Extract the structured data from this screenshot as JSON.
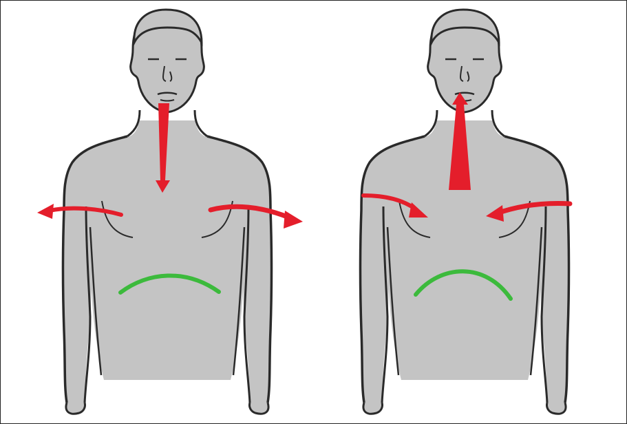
{
  "figure": {
    "panels": [
      {
        "id": "inhalation",
        "airflow": "down",
        "ribcage": "expanding",
        "diaphragm": "flattened"
      },
      {
        "id": "exhalation",
        "airflow": "up",
        "ribcage": "contracting",
        "diaphragm": "domed"
      }
    ],
    "colors": {
      "skin": "#c4c4c4",
      "outline": "#2a2a2a",
      "arrow": "#e41e2b",
      "diaphragm": "#3cba3c",
      "background": "#ffffff"
    }
  }
}
